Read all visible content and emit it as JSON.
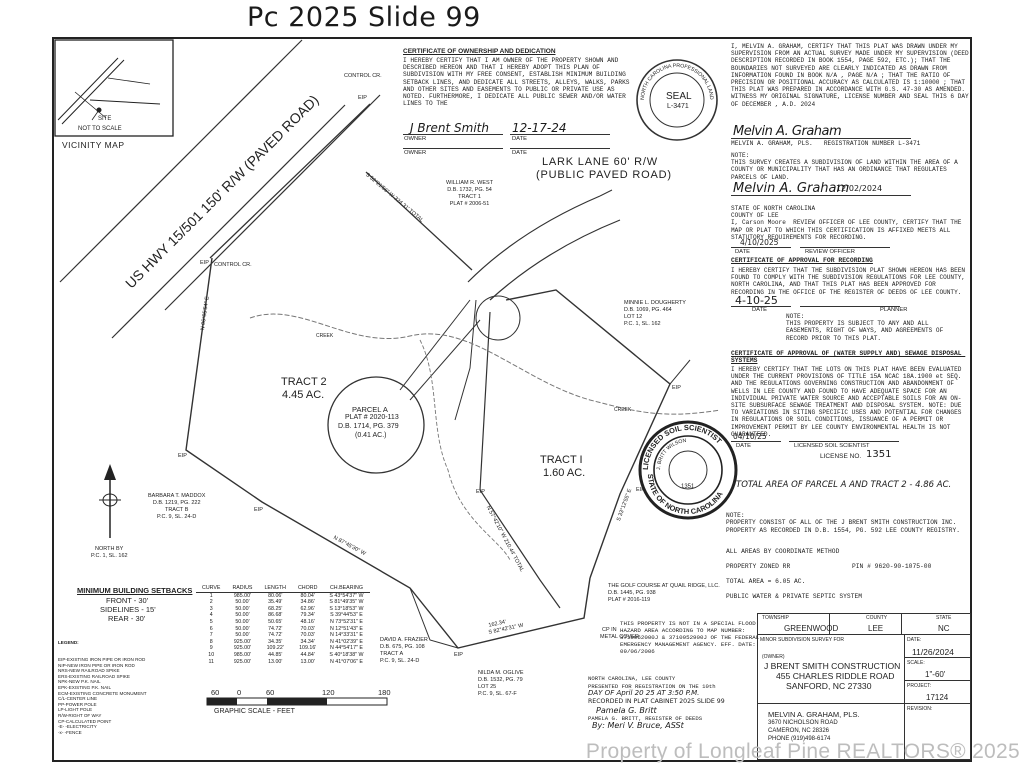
{
  "header": {
    "handwritten_title": "Pc 2025  Slide 99"
  },
  "vicinity": {
    "site": "SITE",
    "not_to_scale": "NOT TO SCALE",
    "title": "VICINITY MAP"
  },
  "map_labels": {
    "highway": "US HWY 15/501 150' R/W (PAVED ROAD)",
    "lark_lane_1": "LARK LANE 60' R/W",
    "lark_lane_2": "(PUBLIC PAVED ROAD)",
    "tract2_1": "TRACT 2",
    "tract2_2": "4.45 AC.",
    "tract1_1": "TRACT I",
    "tract1_2": "1.60 AC.",
    "parcel_a_1": "PARCEL A",
    "parcel_a_2": "PLAT # 2020-113",
    "parcel_a_3": "D.B. 1714, PG. 379",
    "parcel_a_4": "(0.41 AC.)",
    "west_1": "WILLIAM R. WEST",
    "west_2": "D.B. 1732, PG. 54",
    "west_3": "TRACT 1",
    "west_4": "PLAT # 2006-51",
    "dougherty_1": "MINNIE L. DOUGHERTY",
    "dougherty_2": "D.B. 1069, PG. 464",
    "dougherty_3": "LOT 12",
    "dougherty_4": "P.C. 1, SL. 162",
    "maddox_1": "BARBARA T. MADDOX",
    "maddox_2": "D.B. 1219, PG. 222",
    "maddox_3": "TRACT B",
    "maddox_4": "P.C. 9, SL. 24-D",
    "frazier_1": "DAVID A. FRAZIER",
    "frazier_2": "D.B. 675, PG. 108",
    "frazier_3": "TRACT A",
    "frazier_4": "P.C. 9, SL. 24-D",
    "oglive_1": "NILDA M. OGLIVE",
    "oglive_2": "D.B. 1532, PG. 79",
    "oglive_3": "LOT 25",
    "oglive_4": "P.C. 9, SL. 67-F",
    "golf_1": "THE GOLF COURSE AT QUAIL RIDGE, LLC.",
    "golf_2": "D.B. 1445, PG. 938",
    "golf_3": "PLAT # 2016-119",
    "north_1": "NORTH BY",
    "north_2": "P.C. 1, SL. 162",
    "eip": "EIP",
    "control_cr": "CONTROL CR.",
    "creek": "CREEK",
    "line_1": "S 52°21'56\" W 324.31' TOTAL",
    "line_2": "N 06°05'54\" E",
    "line_3": "S 33°12'55\" E",
    "line_4": "N 87°45'30\" W",
    "line_5": "S 82°42'31\" W",
    "line_6": "162.34'",
    "line_7": "N 57°42'10\" W 210.44' TOTAL",
    "cp_metal_1": "CP IN",
    "cp_metal_2": "METAL COVER"
  },
  "setbacks": {
    "title": "MINIMUM BUILDING SETBACKS",
    "front": "FRONT - 30'",
    "sides": "SIDELINES - 15'",
    "rear": "REAR - 30'"
  },
  "curve_table": {
    "headers": [
      "CURVE",
      "RADIUS",
      "LENGTH",
      "CHORD",
      "CH.BEARING"
    ],
    "rows": [
      [
        "1",
        "985.00'",
        "80.06'",
        "80.04'",
        "S 43°54'37\" W"
      ],
      [
        "2",
        "50.00'",
        "35.49'",
        "34.86'",
        "S 81°49'35\" W"
      ],
      [
        "3",
        "50.00'",
        "68.25'",
        "62.96'",
        "S 13°18'53\" W"
      ],
      [
        "4",
        "50.00'",
        "86.68'",
        "79.34'",
        "S 39°44'53\" E"
      ],
      [
        "5",
        "50.00'",
        "50.65'",
        "48.16'",
        "N 73°52'31\" E"
      ],
      [
        "6",
        "50.00'",
        "74.72'",
        "70.03'",
        "N 12°51'43\" E"
      ],
      [
        "7",
        "50.00'",
        "74.72'",
        "70.03'",
        "N 14°33'31\" E"
      ],
      [
        "8",
        "925.00'",
        "34.35'",
        "34.34'",
        "N 41°02'39\" E"
      ],
      [
        "9",
        "925.00'",
        "109.22'",
        "109.16'",
        "N 44°54'17\" E"
      ],
      [
        "10",
        "985.00'",
        "44.85'",
        "44.84'",
        "S 40°18'38\" W"
      ],
      [
        "11",
        "925.00'",
        "13.00'",
        "13.00'",
        "N 41°07'06\" E"
      ]
    ]
  },
  "legend": {
    "title": "LEGEND:",
    "lines": [
      "EIP-EXISTING IRON PIPE OR IRON ROD",
      "NIP-NEW IRON PIPE OR IRON ROD",
      "NRS-NEW RAILROAD SPIKE",
      "ERS-EXISTING RAILROAD SPIKE",
      "NPK-NEW P.K. NAIL",
      "EPK-EXISTING P.K. NAIL",
      "ECM-EXISTING CONCRETE MONUMENT",
      "C/L-CENTER LINE",
      "PP-POWER POLE",
      "LP-LIGHT POLE",
      "R/W-RIGHT OF WAY",
      "CP-CALCULATED POINT",
      "-E- -ELECTRICITY",
      "-x- -FENCE"
    ]
  },
  "scale": {
    "ticks": [
      "60",
      "0",
      "60",
      "120",
      "180"
    ],
    "caption": "GRAPHIC SCALE - FEET"
  },
  "ownership": {
    "title": "CERTIFICATE OF OWNERSHIP AND DEDICATION",
    "body": "I HEREBY CERTIFY THAT I AM OWNER OF THE PROPERTY SHOWN AND DESCRIBED HEREON AND THAT I HEREBY ADOPT THIS PLAN OF SUBDIVISION WITH MY FREE CONSENT, ESTABLISH MINIMUM BUILDING SETBACK LINES, AND DEDICATE ALL STREETS, ALLEYS, WALKS, PARKS AND OTHER SITES AND EASEMENTS TO PUBLIC OR PRIVATE USE AS NOTED. FURTHERMORE, I DEDICATE ALL PUBLIC SEWER AND/OR WATER LINES TO THE",
    "owner_sig": "J Brent Smith",
    "owner_date": "12-17-24",
    "owner_label_1": "OWNER",
    "date_label_1": "DATE",
    "owner_label_2": "OWNER",
    "date_label_2": "DATE"
  },
  "seal": {
    "ring": "NORTH CAROLINA PROFESSIONAL LAND SURVEYOR",
    "center": "SEAL",
    "number": "L-3471"
  },
  "surveyor_cert": {
    "body": "I, MELVIN A. GRAHAM, CERTIFY THAT THIS PLAT WAS DRAWN UNDER MY SUPERVISION FROM AN ACTUAL SURVEY MADE UNDER MY SUPERVISION (DEED DESCRIPTION RECORDED IN BOOK 1554, PAGE 592, ETC.); THAT THE BOUNDARIES NOT SURVEYED ARE CLEARLY INDICATED AS DRAWN FROM INFORMATION FOUND IN BOOK N/A , PAGE N/A ; THAT THE RATIO OF PRECISION OR POSITIONAL ACCURACY AS CALCULATED IS 1:10000 ; THAT THIS PLAT WAS PREPARED IN ACCORDANCE WITH G.S. 47-30 AS AMENDED. WITNESS MY ORIGINAL SIGNATURE, LICENSE NUMBER AND SEAL THIS 6 DAY OF DECEMBER , A.D. 2024",
    "signature": "Melvin A. Graham",
    "sig_line": "MELVIN A. GRAHAM, PLS.   REGISTRATION NUMBER L-3471"
  },
  "note_jurisdiction": {
    "body": "NOTE:\nTHIS SURVEY CREATES A SUBDIVISION OF LAND WITHIN THE AREA OF A COUNTY OR MUNICIPALITY THAT HAS AN ORDINANCE THAT REGULATES PARCELS OF LAND.",
    "signature": "Melvin A. Graham",
    "date": "12/02/2024"
  },
  "review_officer": {
    "body": "STATE OF NORTH CAROLINA\nCOUNTY OF LEE\nI, Carson Moore  REVIEW OFFICER OF LEE COUNTY, CERTIFY THAT THE MAP OR PLAT TO WHICH THIS CERTIFICATION IS AFFIXED MEETS ALL STATUTORY REQUIREMENTS FOR RECORDING.",
    "date_val": "4/10/2025",
    "date_label": "DATE",
    "officer_label": "REVIEW OFFICER"
  },
  "approval_recording": {
    "title": "CERTIFICATE OF APPROVAL FOR RECORDING",
    "body": "I HEREBY CERTIFY THAT THE SUBDIVISION PLAT SHOWN HEREON HAS BEEN FOUND TO COMPLY WITH THE SUBDIVISION REGULATIONS FOR LEE COUNTY, NORTH CAROLINA, AND THAT THIS PLAT HAS BEEN APPROVED FOR RECORDING IN THE OFFICE OF THE REGISTER OF DEEDS OF LEE COUNTY.",
    "date_val": "4-10-25",
    "date_label": "DATE",
    "planner_label": "PLANNER",
    "note": "NOTE:\nTHIS PROPERTY IS SUBJECT TO ANY AND ALL EASEMENTS, RIGHT OF WAYS, AND AGREEMENTS OF RECORD PRIOR TO THIS PLAT."
  },
  "water_supply": {
    "title": "CERTIFICATE OF APPROVAL OF (WATER SUPPLY AND) SEWAGE DISPOSAL SYSTEMS",
    "body": "I HEREBY CERTIFY THAT THE LOTS ON THIS PLAT HAVE BEEN EVALUATED UNDER THE CURRENT PROVISIONS OF TITLE 15A NCAC 18A.1900 et SEQ. AND THE REGULATIONS GOVERNING CONSTRUCTION AND ABANDONMENT OF WELLS IN LEE COUNTY AND FOUND TO HAVE ADEQUATE SPACE FOR AN INDIVIDUAL PRIVATE WATER SOURCE AND ACCEPTABLE SOILS FOR AN ON-SITE SUBSURFACE SEWAGE TREATMENT AND DISPOSAL SYSTEM. NOTE: DUE TO VARIATIONS IN SITING SPECIFIC USES AND POTENTIAL FOR CHANGES IN REGULATIONS OR SOIL CONDITIONS, ISSUANCE OF A PERMIT OR IMPROVEMENT PERMIT BY LEE COUNTY ENVIRONMENTAL HEALTH IS NOT GUARANTEED.",
    "date_val": "04/10/25",
    "date_label": "DATE",
    "scientist_label": "LICENSED SOIL SCIENTIST",
    "license_label": "LICENSE NO.",
    "license_val": "1351"
  },
  "soil_seal": {
    "ring_top": "LICENSED SOIL SCIENTIST",
    "ring_bottom": "STATE OF NORTH CAROLINA",
    "name": "J. BRITT WILSON",
    "number": "1351"
  },
  "total_area_hand": "TOTAL AREA OF PARCEL A AND TRACT 2 - 4.86 AC.",
  "property_note": {
    "body": "NOTE:\nPROPERTY CONSIST OF ALL OF THE J BRENT SMITH CONSTRUCTION INC. PROPERTY AS RECORDED IN D.B. 1554, PG. 592 LEE COUNTY REGISTRY.",
    "coordinate": "ALL AREAS BY COORDINATE METHOD",
    "zone": "PROPERTY ZONED RR",
    "pin": "PIN # 9620-90-1075-00",
    "total_area": "TOTAL AREA = 6.05 AC.",
    "water": "PUBLIC WATER & PRIVATE SEPTIC SYSTEM"
  },
  "flood_note": "THIS PROPERTY IS NOT IN A SPECIAL FLOOD HAZARD AREA ACCORDING TO MAP NUMBER: 3710962000J & 3710952900J OF THE FEDERAL EMERGENCY MANAGEMENT AGENCY. EFF. DATE: 09/06/2006",
  "registration": {
    "line1": "NORTH CAROLINA, LEE COUNTY",
    "line2": "PRESENTED FOR REGISTRATION ON THE 10th",
    "line3": "DAY OF April 20 25 AT 3:50 P.M.",
    "line4": "RECORDED IN PLAT CABINET 2025 SLIDE 99",
    "sig": "Pamela G. Britt",
    "line5": "PAMELA G. BRITT, REGISTER OF DEEDS",
    "sig2": "By: Meri V. Bruce, ASSt"
  },
  "title_block": {
    "township_label": "TOWNSHIP",
    "county_label": "COUNTY",
    "state_label": "STATE",
    "township": "GREENWOOD",
    "county": "LEE",
    "state": "NC",
    "survey_for": "MINOR SUBDIVISION SURVEY FOR",
    "owner_tag": "(OWNER)",
    "owner_1": "J BRENT SMITH CONSTRUCTION",
    "owner_2": "455 CHARLES RIDDLE ROAD",
    "owner_3": "SANFORD, NC 27330",
    "date_label": "DATE:",
    "date": "11/26/2024",
    "scale_label": "SCALE:",
    "scale": "1\"-60'",
    "project_label": "PROJECT:",
    "project": "17124",
    "revision_label": "REVISION:",
    "firm_1": "MELVIN A. GRAHAM, PLS.",
    "firm_2": "3670 NICHOLSON ROAD",
    "firm_3": "CAMERON, NC 28326",
    "firm_4": "PHONE (919)498-6174"
  },
  "watermark": "Property of Longleaf Pine REALTORS® 2025"
}
